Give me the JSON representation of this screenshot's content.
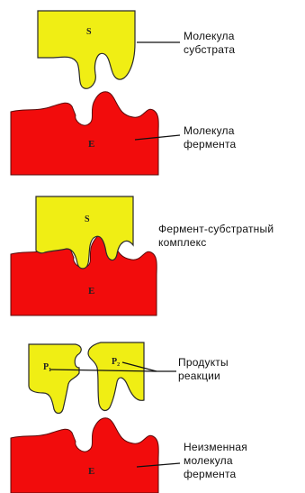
{
  "diagram": {
    "stage1": {
      "substrate_letter": "S",
      "enzyme_letter": "E",
      "label_substrate": [
        "Молекула",
        "субстрата"
      ],
      "label_enzyme": [
        "Молекула",
        "фермента"
      ]
    },
    "stage2": {
      "substrate_letter": "S",
      "enzyme_letter": "E",
      "label_complex": [
        "Фермент-субстратный",
        "комплекс"
      ]
    },
    "stage3": {
      "product1_letter": "P₁",
      "product2_letter": "P₂",
      "enzyme_letter": "E",
      "label_products": [
        "Продукты",
        "реакции"
      ],
      "label_enzyme": [
        "Неизменная",
        "молекула",
        "фермента"
      ]
    }
  },
  "colors": {
    "substrate": "#f0ee14",
    "enzyme": "#f20c0c"
  }
}
